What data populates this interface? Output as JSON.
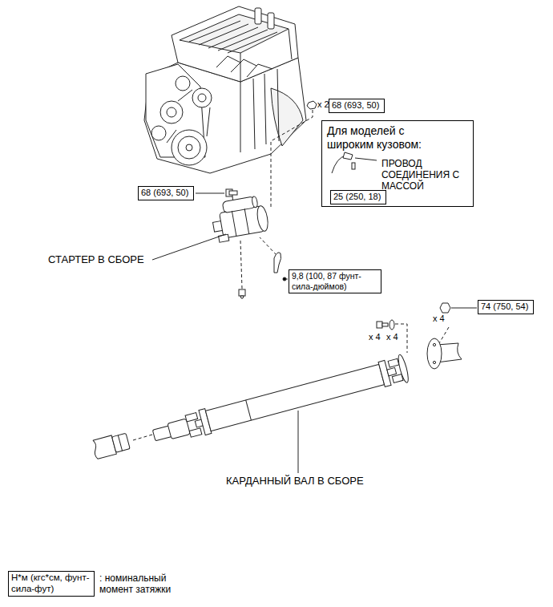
{
  "diagram": {
    "nodes": [
      {
        "text": [
          "68 (693, 50)"
        ]
      },
      {
        "text": [
          "Для моделей с широким кузовом:",
          "ПРОВОД СОЕДИНЕНИЯ С МАССОЙ"
        ]
      },
      {
        "text": [
          "25 (250, 18)"
        ],
        "in": 1
      },
      {
        "text": [
          "68 (693, 50)"
        ]
      },
      {
        "text": [
          "9,8 (100, 87 фунт-сила-дюймов)"
        ]
      },
      {
        "text": [
          "74 (750, 54)"
        ]
      },
      {
        "text": [
          "Н*м (кгс*см, фунт-сила-фут)"
        ]
      }
    ],
    "labels": [
      "x 2",
      "СТАРТЕР В СБОРЕ",
      "x 4",
      "x 4",
      "x 4",
      "КАРДАННЫЙ ВАЛ В СБОРЕ",
      ": номинальный момент затяжки"
    ]
  }
}
